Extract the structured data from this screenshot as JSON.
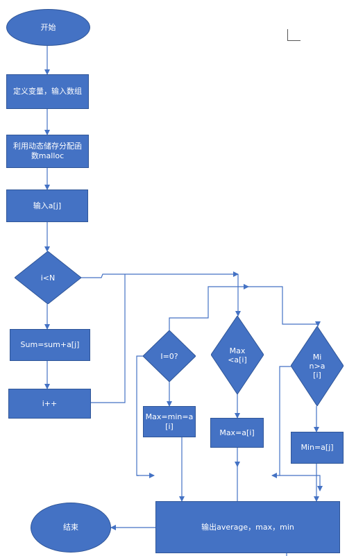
{
  "flowchart": {
    "start": "开始",
    "define_vars": "定义变量，输入数组",
    "malloc": "利用动态储存分配函\n数malloc",
    "input_a": "输入a[j]",
    "cond_i_lt_n": "i<N",
    "sum": "Sum=sum+a[j]",
    "incr": "i++",
    "cond_i_eq_0": "I=0?",
    "init_max_min": "Max=min=a\n[i]",
    "cond_max": "Max\n<a[i]",
    "set_max": "Max=a[i]",
    "cond_min": "Mi\nn>a\n[i]",
    "set_min": "Min=a[j]",
    "output": "输出average，max，min",
    "end": "结束"
  },
  "colors": {
    "node_fill": "#4472c4",
    "node_border": "#2f5597",
    "line": "#4472c4",
    "text": "#ffffff"
  }
}
